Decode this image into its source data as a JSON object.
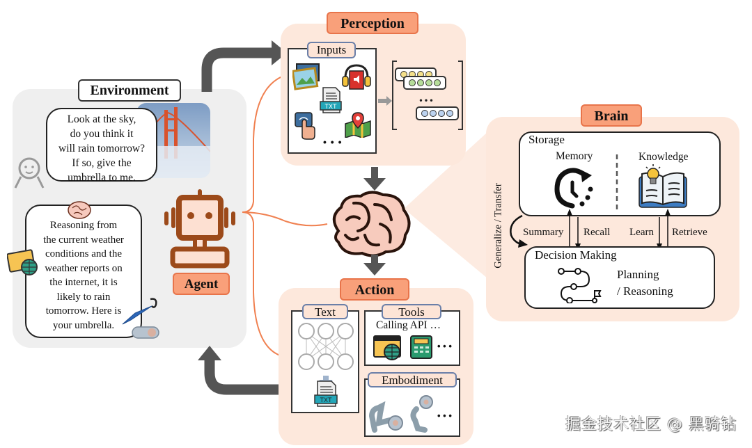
{
  "environment": {
    "title": "Environment",
    "user_bubble": [
      "Look at the sky,",
      "do you think it",
      "will rain tomorrow?",
      "If so, give the",
      "umbrella to me."
    ],
    "agent_bubble": [
      "Reasoning from",
      "the current weather",
      "conditions and the",
      "weather reports on",
      "the internet, it is",
      "likely to rain",
      "tomorrow. Here is",
      "your umbrella."
    ],
    "agent_label": "Agent"
  },
  "perception": {
    "title": "Perception",
    "inputs_label": "Inputs",
    "ellipsis": "• • •",
    "embed_ellipsis": "• • •",
    "icons": [
      "image-icon",
      "audio-book-icon",
      "txt-file-icon",
      "touch-icon",
      "map-icon"
    ]
  },
  "brain": {
    "title": "Brain",
    "storage_label": "Storage",
    "memory_label": "Memory",
    "knowledge_label": "Knowledge",
    "arrows": [
      "Summary",
      "Recall",
      "Learn",
      "Retrieve"
    ],
    "side_label": "Generalize / Transfer",
    "decision_label": "Decision Making",
    "planning_line1": "Planning",
    "planning_line2": "/ Reasoning"
  },
  "action": {
    "title": "Action",
    "text_label": "Text",
    "tools_label": "Tools",
    "tools_caption": "Calling API …",
    "tools_ellipsis": "• • •",
    "embodiment_label": "Embodiment",
    "embodiment_ellipsis": "• • •",
    "txt_badge": "TXT"
  },
  "colors": {
    "accent": "#f9a07a",
    "accent_border": "#e8744a",
    "peach_panel": "#fde8dc",
    "env_panel": "#efefef",
    "arrow_gray": "#555555",
    "robot_brown": "#9c4a1a"
  },
  "watermark": "掘金技术社区 @ 黑骑钻"
}
